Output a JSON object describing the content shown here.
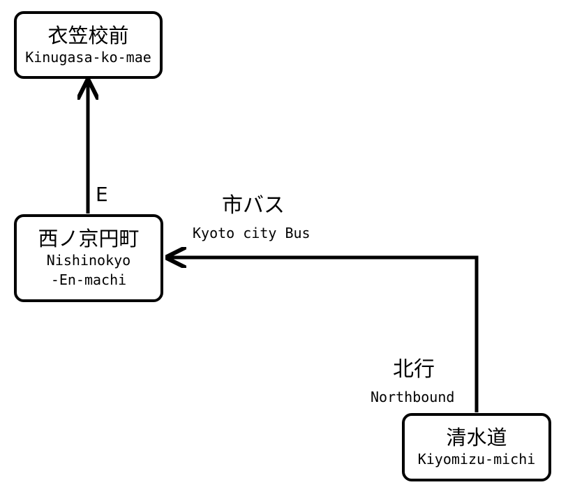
{
  "stations": {
    "kinugasa": {
      "name_jp": "衣笠校前",
      "name_en": "Kinugasa-ko-mae"
    },
    "nishinokyo": {
      "name_jp": "西ノ京円町",
      "name_en_line1": "Nishinokyo",
      "name_en_line2": "-En-machi"
    },
    "kiyomizu": {
      "name_jp": "清水道",
      "name_en": "Kiyomizu-michi"
    }
  },
  "labels": {
    "direction_e": "E",
    "bus_jp": "市バス",
    "bus_en": "Kyoto city Bus",
    "northbound_jp": "北行",
    "northbound_en": "Northbound"
  }
}
